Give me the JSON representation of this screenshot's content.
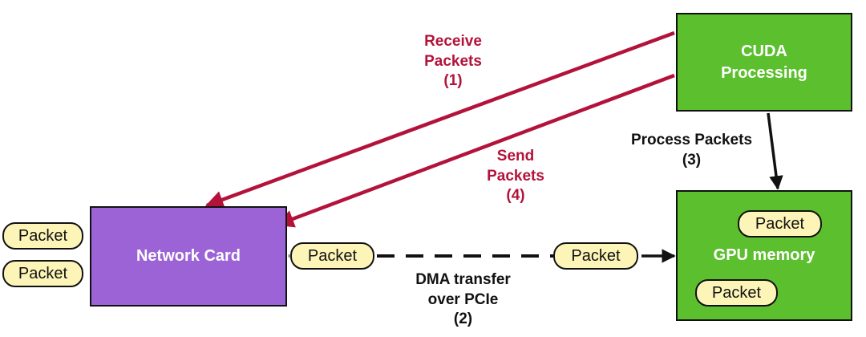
{
  "nodes": {
    "network_card": "Network Card",
    "cuda_line1": "CUDA",
    "cuda_line2": "Processing",
    "gpu_memory": "GPU memory"
  },
  "packet_label": "Packet",
  "edges": {
    "receive": {
      "line1": "Receive",
      "line2": "Packets",
      "step": "(1)"
    },
    "send": {
      "line1": "Send",
      "line2": "Packets",
      "step": "(4)"
    },
    "process": {
      "line1": "Process Packets",
      "step": "(3)"
    },
    "dma": {
      "line1": "DMA transfer",
      "line2": "over PCIe",
      "step": "(2)"
    }
  },
  "colors": {
    "nic_fill": "#9b63d6",
    "gpu_fill": "#5bbf2e",
    "packet_fill": "#fdf5b8",
    "arrow_red": "#b3133a"
  }
}
